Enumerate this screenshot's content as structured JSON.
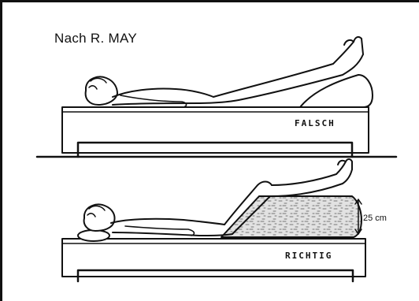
{
  "figure": {
    "title": "Nach R. MAY",
    "top_panel": {
      "label": "FALSCH"
    },
    "bottom_panel": {
      "label": "RICHTIG",
      "wedge_height_label": "25 cm"
    }
  },
  "colors": {
    "ink": "#111111",
    "paper": "#ffffff",
    "wedge_fill": "#d9d9d9"
  }
}
